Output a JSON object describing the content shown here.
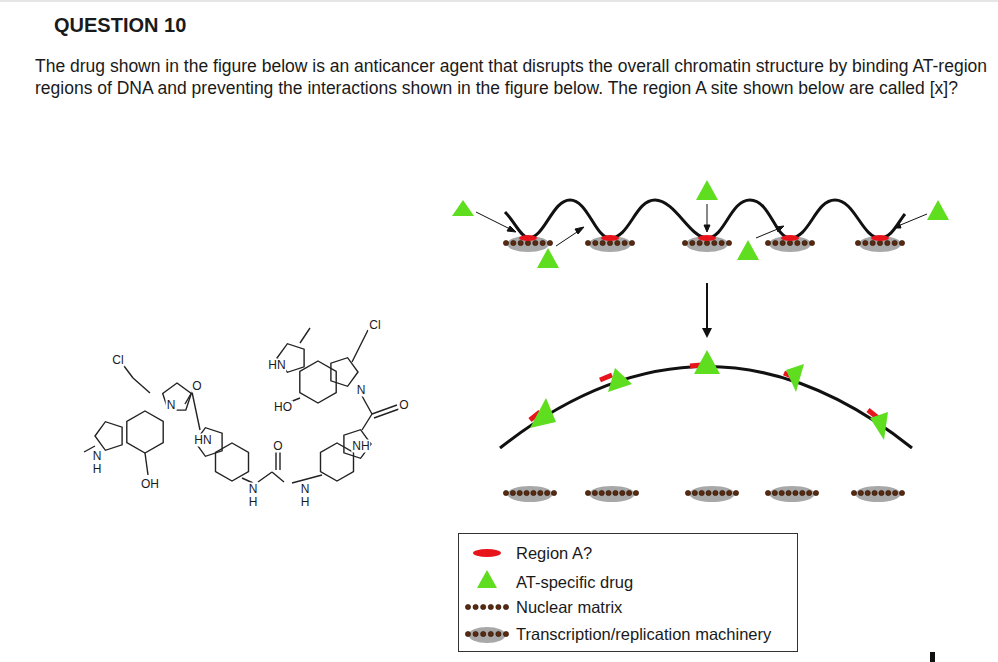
{
  "diagram": {
    "title": "QUESTION 10",
    "labels": [
      "The drug shown in the figure below is an anticancer agent that disrupts the overall chromatin structure by binding AT-region regions of DNA and preventing the interactions shown in the figure below. The region A site shown below are called [x]?",
      "Cl",
      "HN",
      "Cl",
      "N",
      "O",
      "HO",
      "N",
      "O",
      "HN",
      "NH",
      "N",
      "H",
      "OH",
      "O",
      "N",
      "H",
      "N",
      "H"
    ],
    "legend": [
      {
        "text": "Region A?",
        "color": "#e8141c"
      },
      {
        "text": "AT-specific drug",
        "color": "#5fdd1f"
      },
      {
        "text": "Nuclear matrix"
      },
      {
        "text": "Transcription/replication machinery"
      }
    ]
  }
}
